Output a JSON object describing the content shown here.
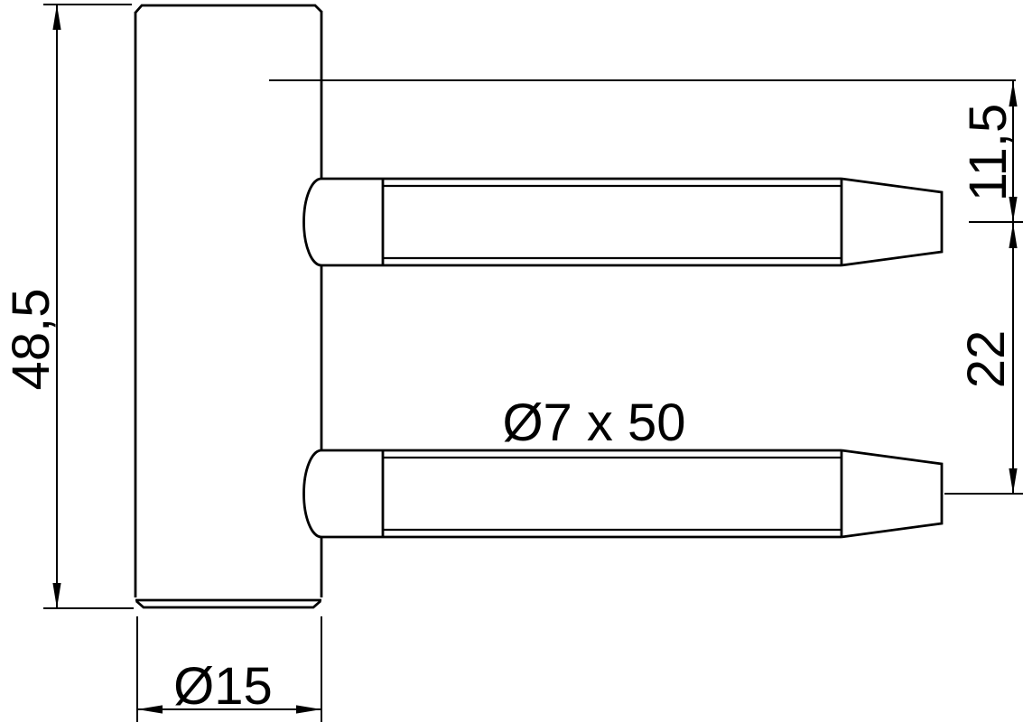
{
  "drawing": {
    "labels": {
      "overall_height": "48,5",
      "barrel_diameter": "Ø15",
      "pin_dimensions": "Ø7 x 50",
      "pin_top_offset": "11,5",
      "pin_spacing": "22"
    },
    "colors": {
      "line": "#000000",
      "background": "#ffffff"
    }
  }
}
